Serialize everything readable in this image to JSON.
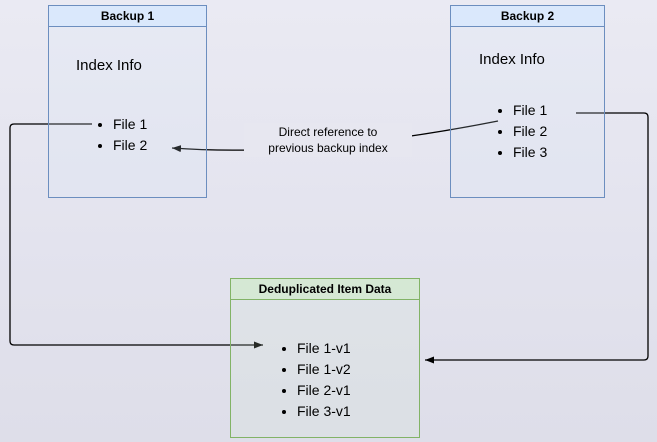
{
  "diagram": {
    "backup1": {
      "title": "Backup 1",
      "subtitle": "Index Info",
      "files": [
        "File 1",
        "File 2"
      ]
    },
    "backup2": {
      "title": "Backup 2",
      "subtitle": "Index Info",
      "files": [
        "File 1",
        "File 2",
        "File 3"
      ]
    },
    "dedup": {
      "title": "Deduplicated Item Data",
      "files": [
        "File 1-v1",
        "File 1-v2",
        "File 2-v1",
        "File 3-v1"
      ]
    },
    "arrow_label_line1": "Direct reference to",
    "arrow_label_line2": "previous backup index",
    "colors": {
      "backup_fill": "#dae8fc",
      "backup_border": "#6c8ebf",
      "dedup_fill": "#d5e8d4",
      "dedup_border": "#82b366",
      "arrow": "#000000"
    }
  }
}
